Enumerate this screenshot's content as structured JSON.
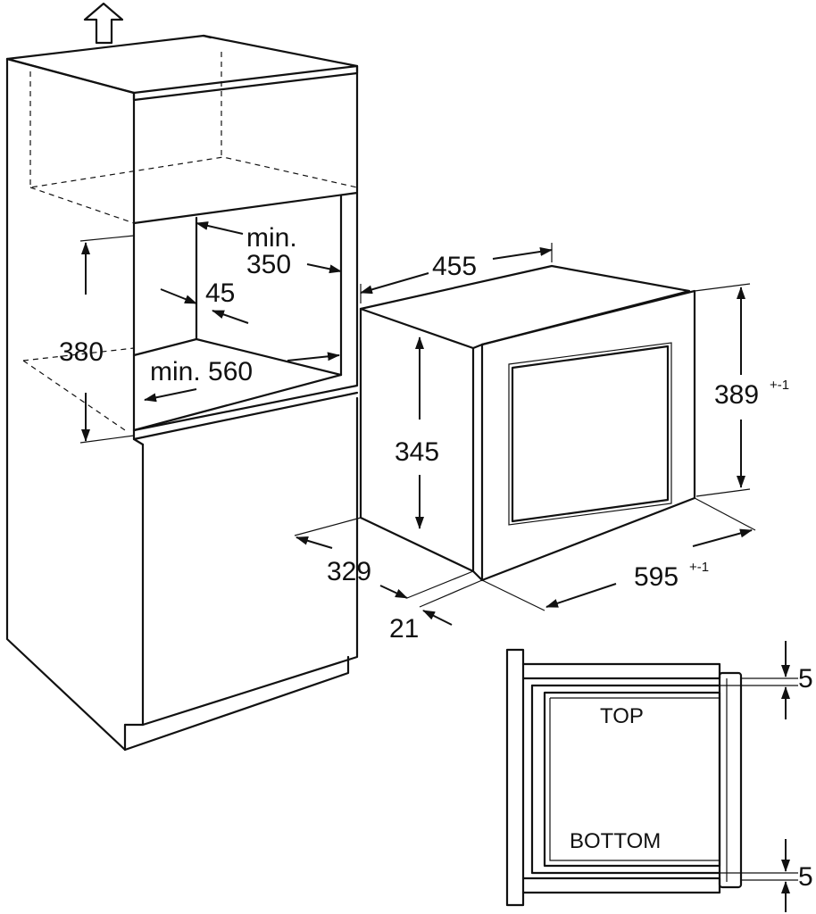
{
  "cabinet": {
    "min_label": "min.",
    "depth_value": "350",
    "gap_value": "45",
    "height_value": "380",
    "min_width_label": "min. 560"
  },
  "oven": {
    "depth_value": "455",
    "height_value": "389",
    "height_tolerance": "+-1",
    "inner_height_value": "345",
    "body_depth_value": "329",
    "front_thickness_value": "21",
    "width_value": "595",
    "width_tolerance": "+-1"
  },
  "detail": {
    "top_label": "TOP",
    "bottom_label": "BOTTOM",
    "top_gap_value": "5",
    "bottom_gap_value": "5"
  },
  "colors": {
    "line": "#111111",
    "background": "#ffffff"
  }
}
